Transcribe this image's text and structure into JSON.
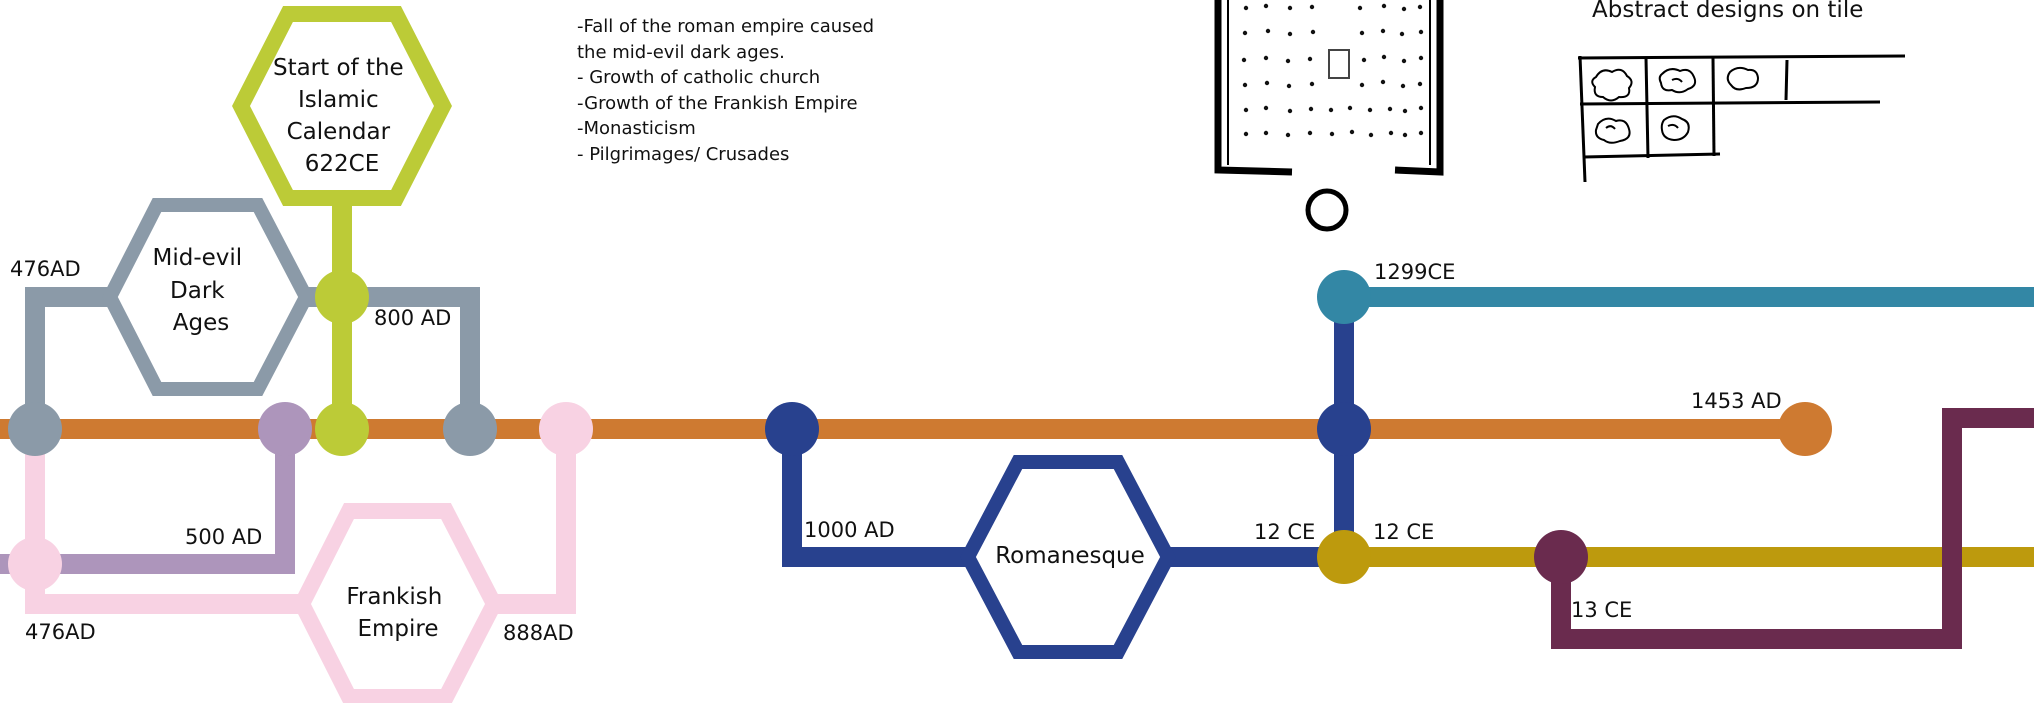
{
  "colors": {
    "orange": "#CE7A31",
    "grey": "#8B9AA8",
    "lime": "#BCCB37",
    "lilac": "#AD95BB",
    "pink": "#F8D2E3",
    "navy": "#28418E",
    "teal": "#3387A5",
    "gold": "#BD9A0D",
    "maroon": "#6A2B4E"
  },
  "hexagons": {
    "islamic": [
      "Start of the",
      "Islamic",
      "Calendar",
      "622CE"
    ],
    "dark_ages": [
      "Mid-evil",
      "Dark",
      "Ages"
    ],
    "frankish": [
      "Frankish",
      "Empire"
    ],
    "romanesque": [
      "Romanesque"
    ]
  },
  "labels": {
    "ad476_top": "476AD",
    "ad800": "800 AD",
    "ad500": "500 AD",
    "ad476_bottom": "476AD",
    "ad888": "888AD",
    "ad1000": "1000 AD",
    "ce12_left": "12 CE",
    "ce12_right": "12 CE",
    "ce13": "13 CE",
    "ce1299": "1299CE",
    "ad1453": "1453 AD",
    "sketch_caption": "Abstract designs on tile"
  },
  "notes": [
    "-Fall of the roman empire caused the mid-evil dark ages.",
    "- Growth of catholic church",
    "-Growth of the Frankish Empire",
    "-Monasticism",
    "- Pilgrimages/ Crusades"
  ]
}
